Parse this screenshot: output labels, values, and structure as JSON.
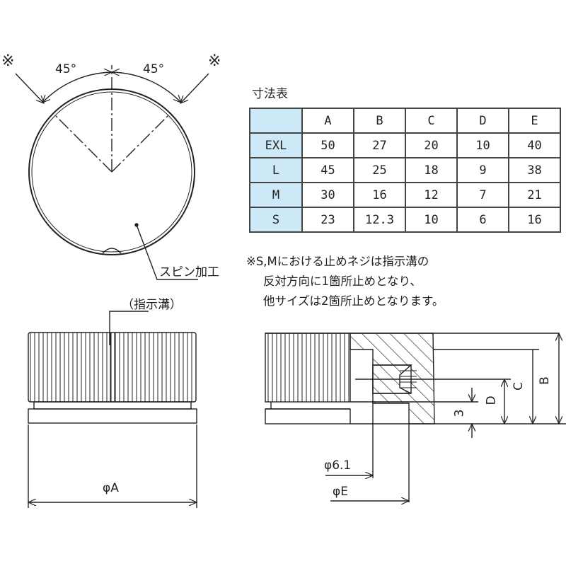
{
  "table_title": "寸法表",
  "table": {
    "columns": [
      "",
      "A",
      "B",
      "C",
      "D",
      "E"
    ],
    "rows": [
      {
        "size": "EXL",
        "values": [
          "50",
          "27",
          "20",
          "10",
          "40"
        ]
      },
      {
        "size": "L",
        "values": [
          "45",
          "25",
          "18",
          "9",
          "38"
        ]
      },
      {
        "size": "M",
        "values": [
          "30",
          "16",
          "12",
          "7",
          "21"
        ]
      },
      {
        "size": "S",
        "values": [
          "23",
          "12.3",
          "10",
          "6",
          "16"
        ]
      }
    ],
    "header_color": "#cde9f8"
  },
  "notes": [
    "※S,Mにおける止めネジは指示溝の",
    "反対方向に1箇所止めとなり、",
    "他サイズは2箇所止めとなります。"
  ],
  "top_view": {
    "mark_left": "※",
    "mark_right": "※",
    "angle_left": "45°",
    "angle_right": "45°",
    "finish_label": "スピン加工"
  },
  "side_view": {
    "groove_label": "（指示溝）",
    "dim_A": "φA"
  },
  "section_view": {
    "dim_61": "φ6.1",
    "dim_E": "φE",
    "dim_3": "3",
    "dim_D": "D",
    "dim_C": "C",
    "dim_B": "B"
  }
}
